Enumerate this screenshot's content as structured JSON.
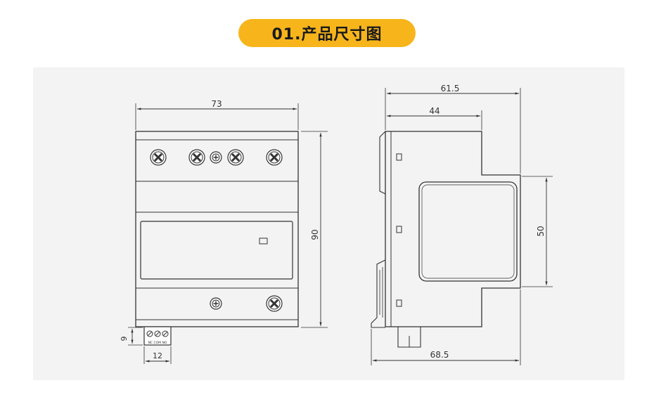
{
  "title": "01.产品尺寸图",
  "accent_color": "#f7b51b",
  "line_color": "#333333",
  "panel_color": "#f3f3f3",
  "front_view": {
    "width_label": "73",
    "height_label": "90",
    "terminal_height_label": "9",
    "terminal_width_label": "12",
    "terminal_marking": "NC COM NO"
  },
  "side_view": {
    "top_width_label": "61.5",
    "upper_width_label": "44",
    "bottom_width_label": "68.5",
    "window_height_label": "50"
  }
}
